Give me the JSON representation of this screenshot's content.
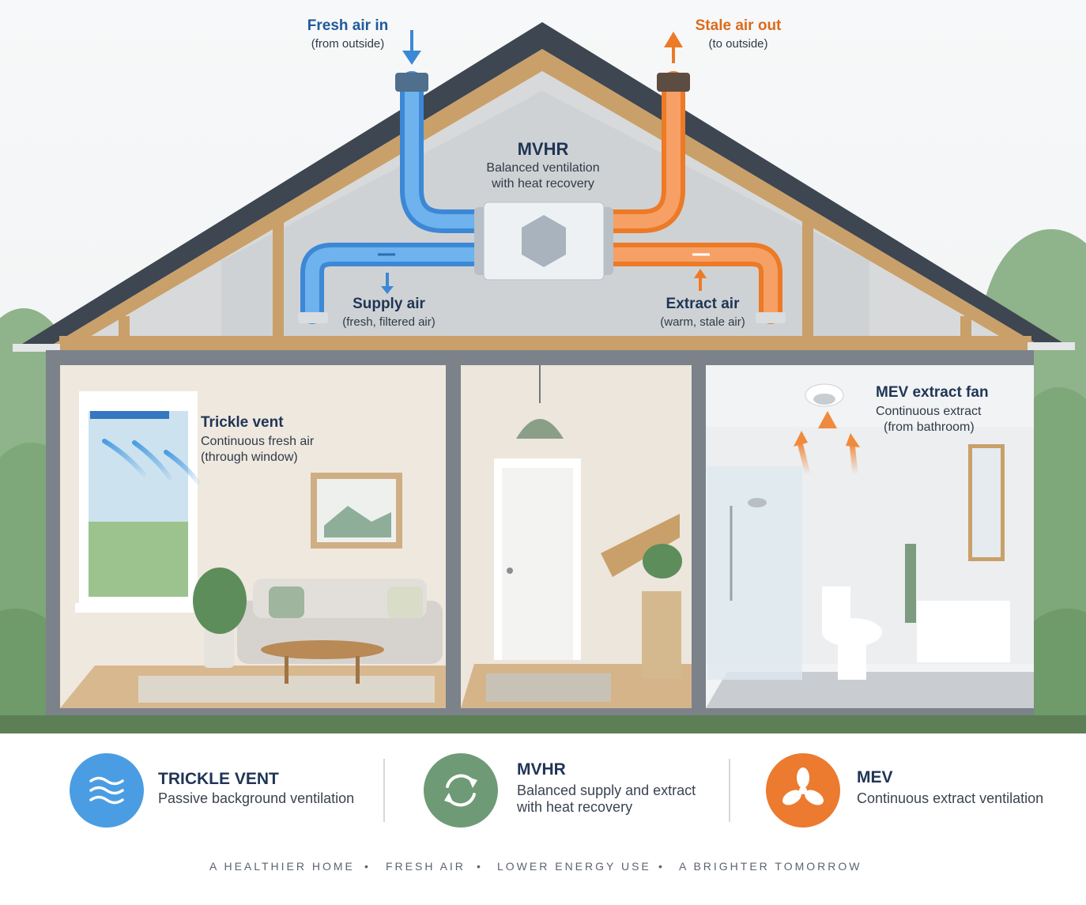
{
  "colors": {
    "fresh_blue": "#4a9de2",
    "stale_orange": "#f08a3c",
    "mvhr_green": "#6f9a76",
    "title_navy": "#1f3556",
    "roof_dark": "#3d4651",
    "wood": "#c9a06a",
    "frame_grey": "#7b828a"
  },
  "attic": {
    "fresh_in_title": "Fresh air in",
    "fresh_in_sub": "(from outside)",
    "stale_out_title": "Stale air out",
    "stale_out_sub": "(to outside)",
    "mvhr_title": "MVHR",
    "mvhr_line1": "Balanced ventilation",
    "mvhr_line2": "with heat recovery",
    "supply_title": "Supply air",
    "supply_sub": "(fresh, filtered air)",
    "extract_title": "Extract air",
    "extract_sub": "(warm, stale air)"
  },
  "rooms": {
    "living": {
      "title": "Trickle vent",
      "line1": "Continuous fresh air",
      "line2": "(through window)"
    },
    "bathroom": {
      "title": "MEV extract fan",
      "line1": "Continuous extract",
      "line2": "(from bathroom)"
    }
  },
  "legend": [
    {
      "icon": "waves-icon",
      "title": "TRICKLE VENT",
      "line1": "Passive background ventilation",
      "line2": ""
    },
    {
      "icon": "recycle-arrows-icon",
      "title": "MVHR",
      "line1": "Balanced supply and extract",
      "line2": "with heat recovery"
    },
    {
      "icon": "fan-icon",
      "title": "MEV",
      "line1": "Continuous extract ventilation",
      "line2": ""
    }
  ],
  "tagline": [
    "A HEALTHIER HOME",
    "FRESH AIR",
    "LOWER ENERGY USE",
    "A BRIGHTER TOMORROW"
  ]
}
